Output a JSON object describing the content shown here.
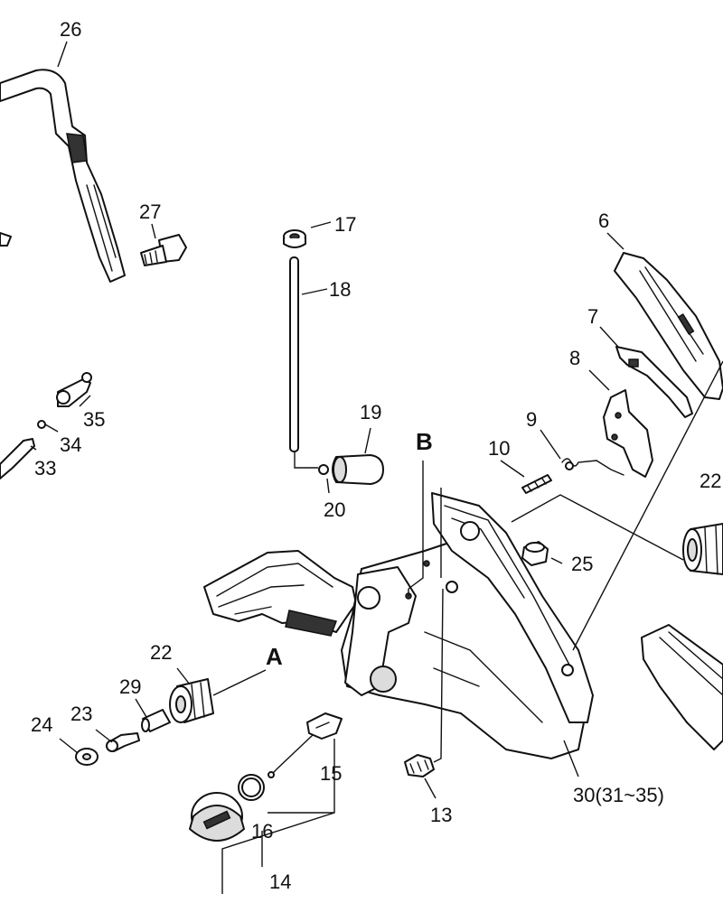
{
  "labels": {
    "p26": "26",
    "p27": "27",
    "p17": "17",
    "p18": "18",
    "p19": "19",
    "p20": "20",
    "p6": "6",
    "p7": "7",
    "p8": "8",
    "p9": "9",
    "p10": "10",
    "pB": "B",
    "pA": "A",
    "p22a": "22",
    "p22b": "22",
    "p25": "25",
    "p29": "29",
    "p23": "23",
    "p24": "24",
    "p15": "15",
    "p16": "16",
    "p14": "14",
    "p13": "13",
    "p30": "30(31~35)",
    "p33": "33",
    "p34": "34",
    "p35": "35"
  }
}
